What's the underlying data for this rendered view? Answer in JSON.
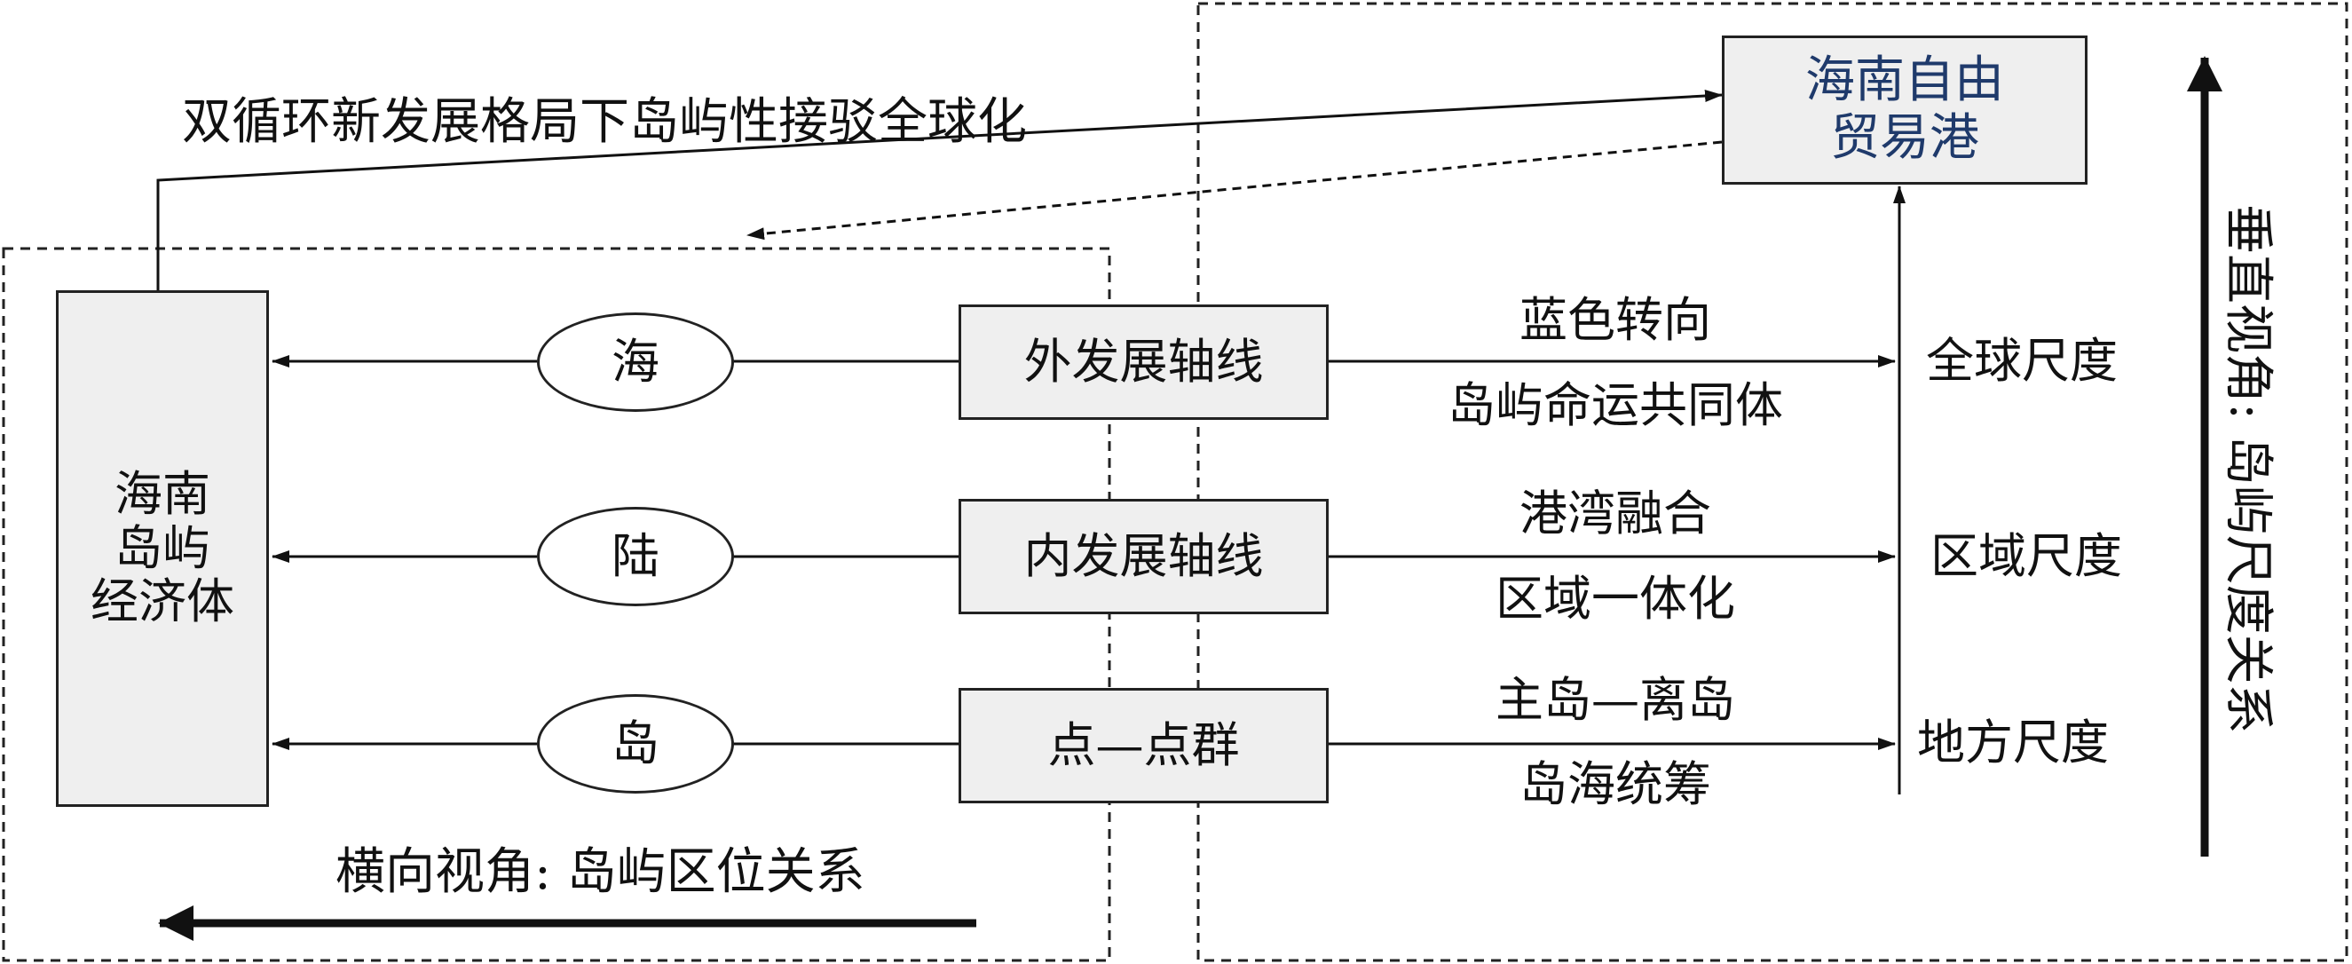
{
  "top_label": "双循环新发展格局下岛屿性接驳全球化",
  "ftz_box": {
    "line1": "海南自由",
    "line2": "贸易港"
  },
  "economy_box": {
    "line1": "海南",
    "line2": "岛屿",
    "line3": "经济体"
  },
  "rows": [
    {
      "element": "海",
      "axis": "外发展轴线",
      "upper": "蓝色转向",
      "lower": "岛屿命运共同体",
      "scale": "全球尺度"
    },
    {
      "element": "陆",
      "axis": "内发展轴线",
      "upper": "港湾融合",
      "lower": "区域一体化",
      "scale": "区域尺度"
    },
    {
      "element": "岛",
      "axis": "点—点群",
      "upper": "主岛—离岛",
      "lower": "岛海统筹",
      "scale": "地方尺度"
    }
  ],
  "horizontal_label": "横向视角: 岛屿区位关系",
  "vertical_label": "垂直视角: 岛屿尺度关系",
  "colors": {
    "box_fill": "#efefef",
    "ftz_text": "#1f3a6b",
    "line": "#111111"
  }
}
